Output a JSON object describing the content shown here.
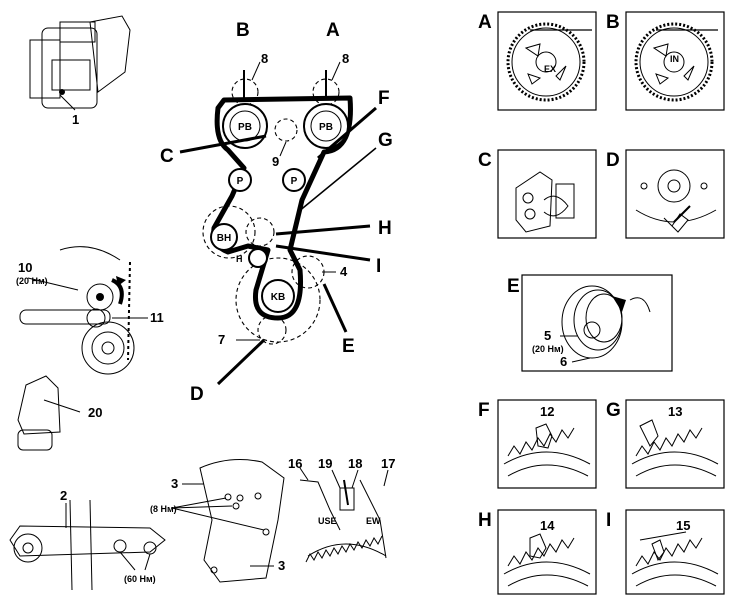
{
  "letters": {
    "a": "A",
    "b": "B",
    "c": "C",
    "d": "D",
    "e": "E",
    "f": "F",
    "g": "G",
    "h": "H",
    "i": "I"
  },
  "numbers": {
    "n1": "1",
    "n2": "2",
    "n3a": "3",
    "n3b": "3",
    "n4": "4",
    "n5": "5",
    "n6": "6",
    "n7": "7",
    "n8a": "8",
    "n8b": "8",
    "n9": "9",
    "n10": "10",
    "n11": "11",
    "n12": "12",
    "n13": "13",
    "n14": "14",
    "n15": "15",
    "n16": "16",
    "n17": "17",
    "n18": "18",
    "n19": "19",
    "n20": "20"
  },
  "torques": {
    "t10": "(20 Нм)",
    "t5": "(20 Нм)",
    "t8nm": "(8 Нм)",
    "t60nm": "(60 Нм)"
  },
  "wheels": {
    "pb_left": "PB",
    "pb_right": "PB",
    "p_left": "P",
    "p_right": "P",
    "bh": "BH",
    "kb": "KB",
    "h_small": "H"
  },
  "gear_marks": {
    "ex": "EX",
    "in": "IN"
  },
  "scale_words": {
    "use": "USE",
    "new": "EW"
  },
  "colors": {
    "ink": "#000000",
    "paper": "#ffffff"
  }
}
